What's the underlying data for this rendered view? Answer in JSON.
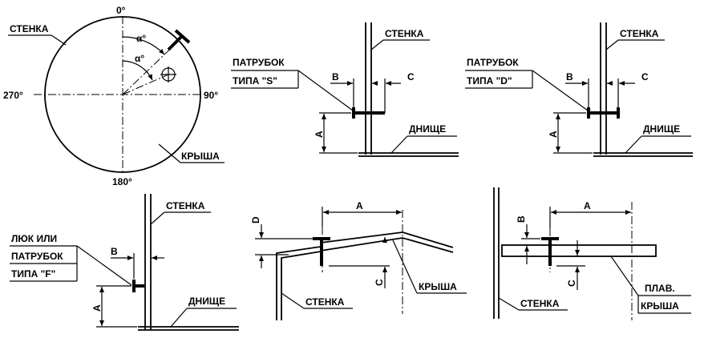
{
  "plan": {
    "deg0": "0°",
    "deg90": "90°",
    "deg180": "180°",
    "deg270": "270°",
    "alpha1": "α°",
    "alpha2": "α°",
    "wall": "СТЕНКА",
    "roof": "КРЫША"
  },
  "s_type": {
    "line1": "ПАТРУБОК",
    "line2": "ТИПА \"S\"",
    "wall": "СТЕНКА",
    "bottom": "ДНИЩЕ",
    "B": "B",
    "C": "C",
    "A": "A"
  },
  "d_type": {
    "line1": "ПАТРУБОК",
    "line2": "ТИПА \"D\"",
    "wall": "СТЕНКА",
    "bottom": "ДНИЩЕ",
    "B": "B",
    "C": "C",
    "A": "A"
  },
  "f_type": {
    "line1": "ЛЮК ИЛИ",
    "line2": "ПАТРУБОК",
    "line3": "ТИПА \"F\"",
    "wall": "СТЕНКА",
    "bottom": "ДНИЩЕ",
    "B": "B",
    "A": "A"
  },
  "roof_nozzle": {
    "D": "D",
    "A": "A",
    "C": "C",
    "roof": "КРЫША",
    "wall": "СТЕНКА"
  },
  "floating_roof": {
    "A": "A",
    "B": "B",
    "C": "C",
    "line1": "ПЛАВ.",
    "line2": "КРЫША",
    "wall": "СТЕНКА"
  }
}
